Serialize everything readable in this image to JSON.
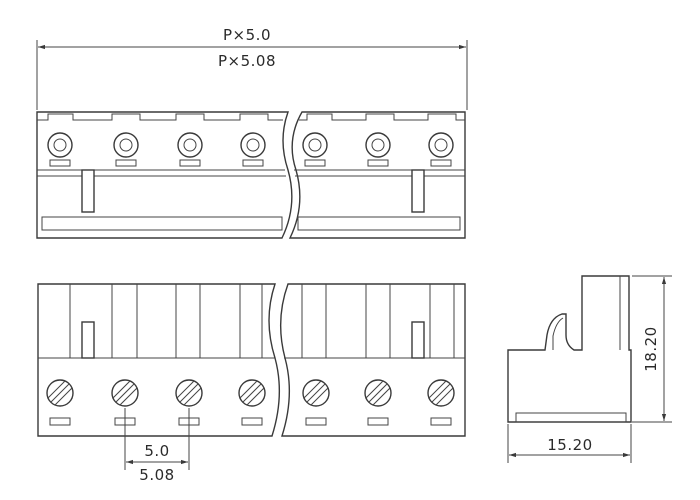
{
  "dimensions": {
    "total_width_line1": "P×5.0",
    "total_width_line2": "P×5.08",
    "pitch_line1": "5.0",
    "pitch_line2": "5.08",
    "side_height": "18.20",
    "side_width": "15.20"
  },
  "colors": {
    "line": "#3a3a3a",
    "background": "#ffffff",
    "text": "#2a2a2a"
  }
}
